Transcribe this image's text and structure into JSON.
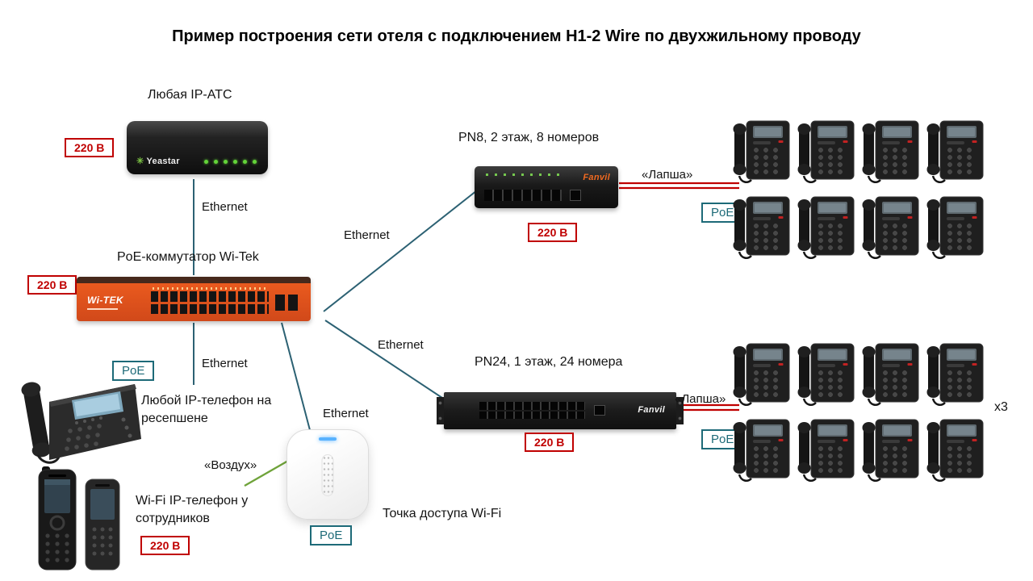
{
  "title": "Пример построения сети отеля с подключением H1-2 Wire по двухжильному проводу",
  "badges": {
    "power": "220 В",
    "poe": "PoE"
  },
  "labels": {
    "pbx": "Любая IP-АТС",
    "core_switch": "PoE-коммутатор Wi-Tek",
    "pn8": "PN8, 2 этаж, 8 номеров",
    "pn24": "PN24, 1 этаж, 24 номера",
    "reception_phone": "Любой IP-телефон на ресепшене",
    "access_point": "Точка доступа Wi-Fi",
    "wifi_phones": "Wi-Fi IP-телефон у сотрудников",
    "ethernet": "Ethernet",
    "lapsha": "«Лапша»",
    "air": "«Воздух»",
    "multiplier": "x3"
  },
  "brands": {
    "pbx": "Yeastar",
    "core_switch": "Wi-TEK",
    "pn8": "Fanvil",
    "pn24": "Fanvil"
  },
  "phone_groups": {
    "floor2": {
      "rows": 2,
      "cols": 4
    },
    "floor1": {
      "rows": 2,
      "cols": 4
    }
  },
  "colors": {
    "power_badge": "#c00000",
    "poe_badge": "#1d6a78",
    "ethernet_line": "#2c6173",
    "lapsha_line": "#c00000",
    "air_line": "#6fa33a",
    "title_text": "#000000"
  }
}
